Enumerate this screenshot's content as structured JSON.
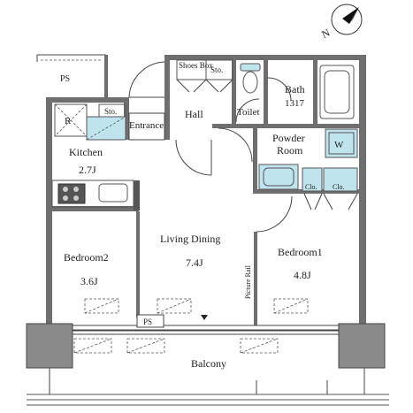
{
  "compass": {
    "label": "N"
  },
  "rooms": {
    "ps_top": "PS",
    "kitchen_refrigerator": "R",
    "kitchen_storage": "Sto.",
    "entrance": "Entrance",
    "shoes_box": "Shoes Box",
    "hall_storage": "Sto.",
    "hall": "Hall",
    "toilet": "Toilet",
    "bath_name": "Bath",
    "bath_size": "1317",
    "powder_room_line1": "Powder",
    "powder_room_line2": "Room",
    "washer": "W",
    "closet_1": "Clo.",
    "closet_2": "Clo.",
    "kitchen_name": "Kitchen",
    "kitchen_size": "2.7J",
    "bedroom2_name": "Bedroom2",
    "bedroom2_size": "3.6J",
    "living_dining_name": "Living Dining",
    "living_dining_size": "7.4J",
    "bedroom1_name": "Bedroom1",
    "bedroom1_size": "4.8J",
    "picture_rail": "Picture Rail",
    "ps_bottom": "PS",
    "balcony": "Balcony"
  }
}
